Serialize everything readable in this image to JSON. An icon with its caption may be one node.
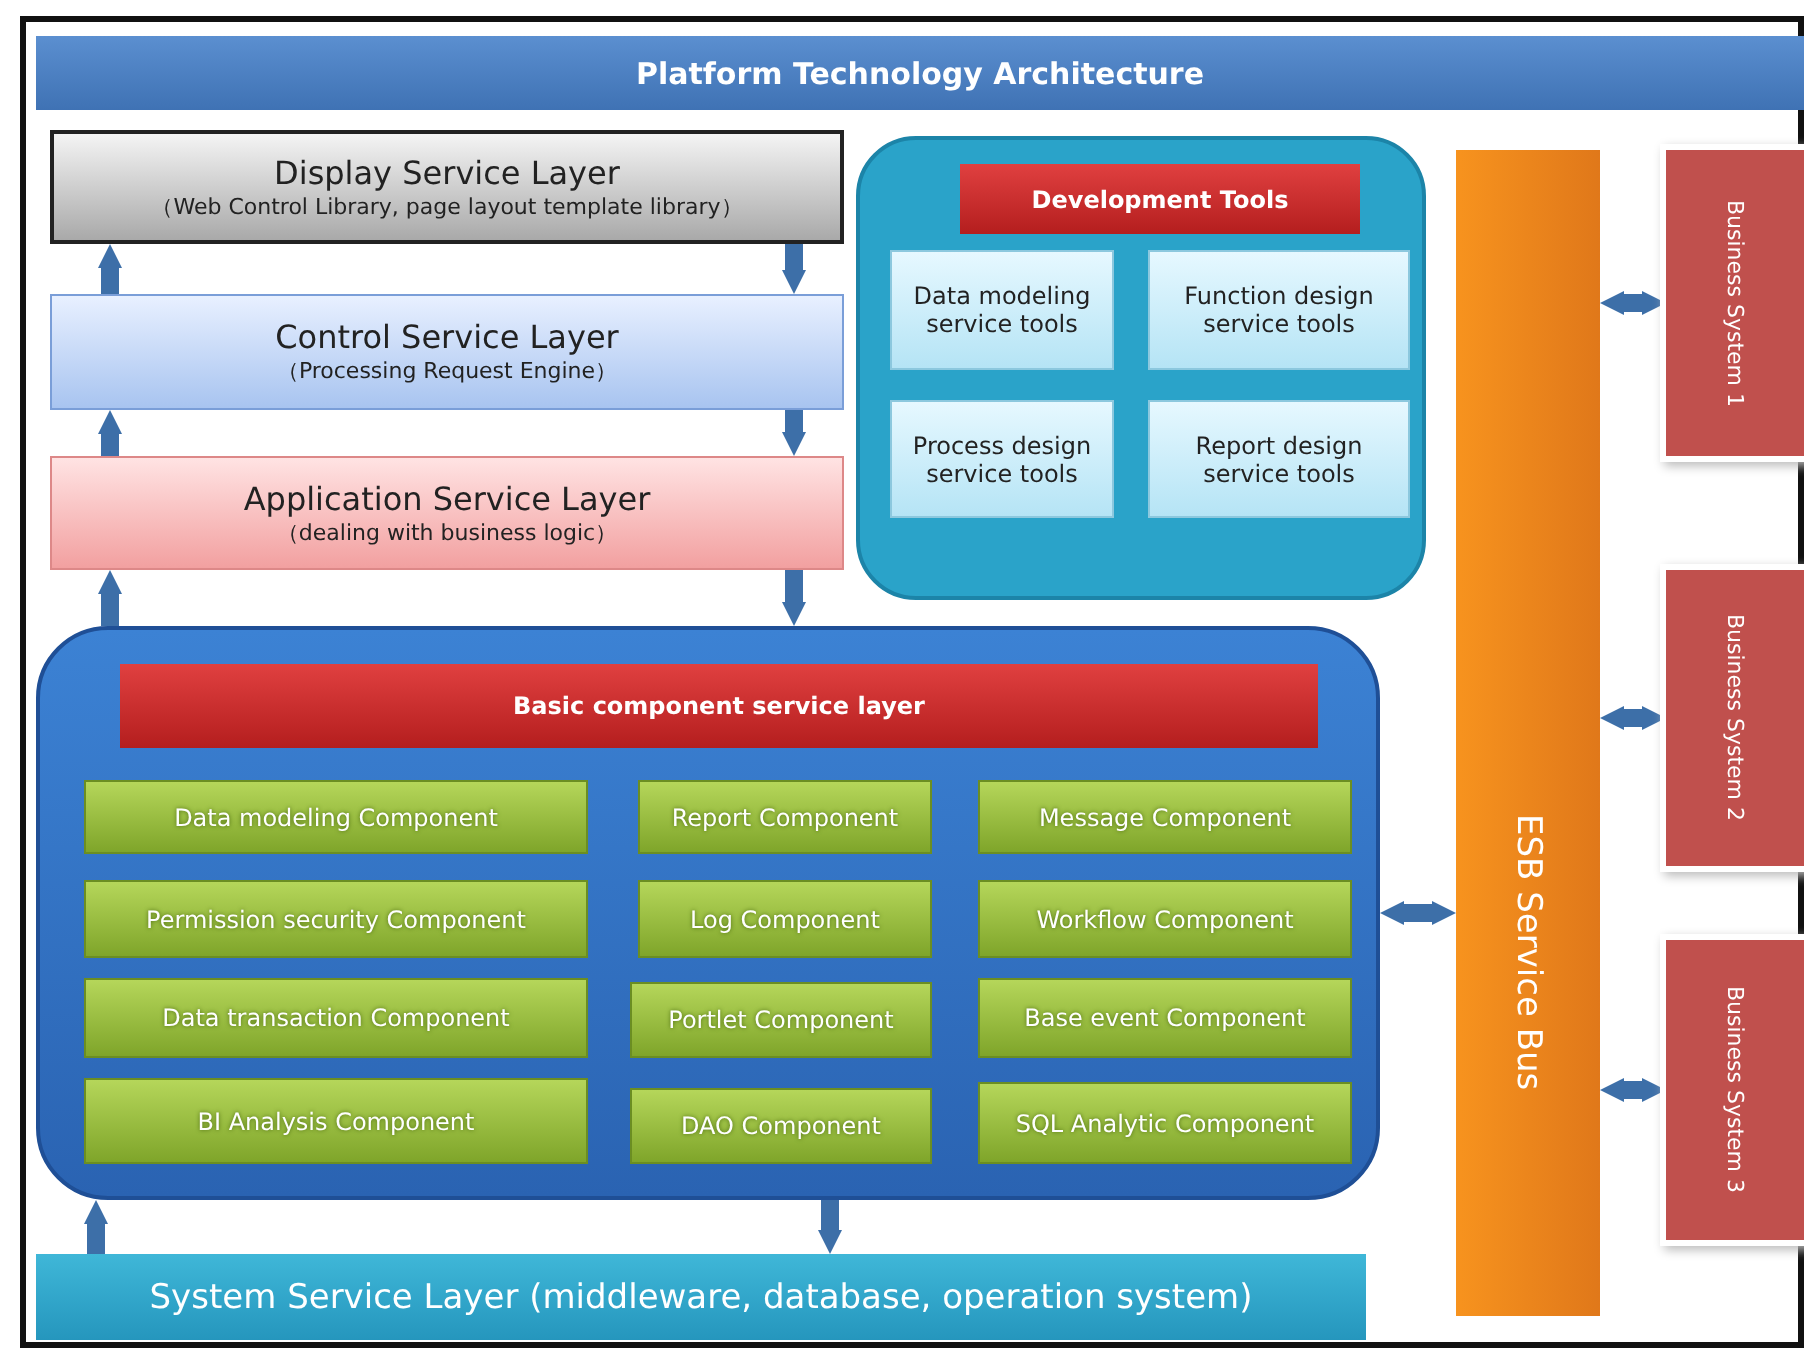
{
  "diagram": {
    "title": "Platform Technology Architecture",
    "nodes": [
      {
        "text": [
          "Display Service Layer",
          "（Web Control Library, page layout template library）"
        ]
      },
      {
        "text": [
          "Control Service Layer",
          "（Processing Request Engine）"
        ]
      },
      {
        "text": [
          "Application Service Layer",
          "（dealing with business logic）"
        ]
      },
      {
        "text": [],
        "shape": "box"
      },
      {
        "text": [
          "Development Tools"
        ],
        "in": 3
      },
      {
        "text": [
          "Data modeling service tools"
        ],
        "in": 3
      },
      {
        "text": [
          "Function design service tools"
        ],
        "in": 3
      },
      {
        "text": [
          "Process design service tools"
        ],
        "in": 3
      },
      {
        "text": [
          "Report design service tools"
        ],
        "in": 3
      },
      {
        "text": [],
        "shape": "box"
      },
      {
        "text": [
          "Basic component service layer"
        ],
        "in": 9
      },
      {
        "text": [
          "Data modeling Component"
        ],
        "in": 9
      },
      {
        "text": [
          "Report Component"
        ],
        "in": 9
      },
      {
        "text": [
          "Message Component"
        ],
        "in": 9
      },
      {
        "text": [
          "Permission security Component"
        ],
        "in": 9
      },
      {
        "text": [
          "Log Component"
        ],
        "in": 9
      },
      {
        "text": [
          "Workflow Component"
        ],
        "in": 9
      },
      {
        "text": [
          "Data transaction Component"
        ],
        "in": 9
      },
      {
        "text": [
          "Portlet Component"
        ],
        "in": 9
      },
      {
        "text": [
          "Base event Component"
        ],
        "in": 9
      },
      {
        "text": [
          "BI Analysis Component"
        ],
        "in": 9
      },
      {
        "text": [
          "DAO Component"
        ],
        "in": 9
      },
      {
        "text": [
          "SQL Analytic Component"
        ],
        "in": 9
      },
      {
        "text": [
          "System Service Layer (middleware, database, operation system)"
        ]
      },
      {
        "text": [
          "ESB Service Bus"
        ]
      },
      {
        "text": [
          "Business System 1"
        ]
      },
      {
        "text": [
          "Business System 2"
        ]
      },
      {
        "text": [
          "Business System 3"
        ]
      }
    ],
    "edges": [
      {
        "from": 1,
        "to": 0,
        "arrow": "to"
      },
      {
        "from": 0,
        "to": 1,
        "arrow": "to"
      },
      {
        "from": 2,
        "to": 1,
        "arrow": "to"
      },
      {
        "from": 1,
        "to": 2,
        "arrow": "to"
      },
      {
        "from": 9,
        "to": 2,
        "arrow": "to"
      },
      {
        "from": 2,
        "to": 9,
        "arrow": "to"
      },
      {
        "from": 23,
        "to": 9,
        "arrow": "to"
      },
      {
        "from": 9,
        "to": 23,
        "arrow": "to"
      },
      {
        "from": 9,
        "to": 24,
        "arrow": "both"
      },
      {
        "from": 24,
        "to": 25,
        "arrow": "both"
      },
      {
        "from": 24,
        "to": 26,
        "arrow": "both"
      },
      {
        "from": 24,
        "to": 27,
        "arrow": "both"
      }
    ]
  }
}
